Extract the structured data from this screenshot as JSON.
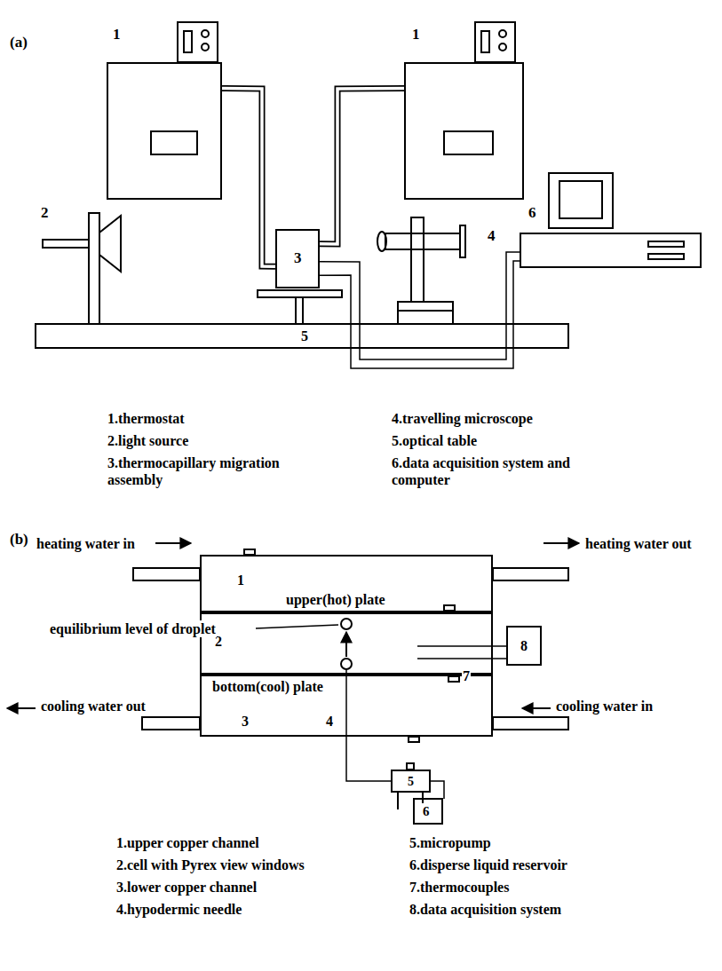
{
  "diagram": {
    "nodes": [
      {
        "text": [
          "1"
        ]
      },
      {
        "text": [
          "1"
        ]
      },
      {
        "text": [
          "3"
        ]
      },
      {
        "text": [
          "6"
        ]
      },
      {
        "text": [
          "1",
          "upper(hot) plate"
        ]
      },
      {
        "text": [
          "2"
        ]
      },
      {
        "text": [
          "bottom(cool) plate",
          "3",
          "4"
        ]
      },
      {
        "text": [
          "8"
        ]
      },
      {
        "text": [
          "5"
        ]
      }
    ],
    "edges": [
      {
        "from": 0,
        "to": 2,
        "arrow": "none"
      },
      {
        "from": 1,
        "to": 2,
        "arrow": "none"
      },
      {
        "from": 2,
        "to": 3,
        "arrow": "none"
      },
      {
        "from": 2,
        "to": 3,
        "arrow": "none"
      },
      {
        "from": 5,
        "to": 7,
        "arrow": "none"
      },
      {
        "from": 5,
        "to": 7,
        "arrow": "none"
      },
      {
        "from": 6,
        "to": 8,
        "arrow": "none"
      }
    ],
    "labels": [
      "(a)",
      "2",
      "4",
      "5",
      "1.thermostat",
      "2.light source",
      "3.thermocapillary migration assembly",
      "4.travelling microscope",
      "5.optical table",
      "6.data acquisition system and computer",
      "(b)",
      "heating water in",
      "heating water out",
      "equilibrium level of droplet",
      "cooling water out",
      "cooling water in",
      "7",
      "6",
      "1.upper copper channel",
      "2.cell with Pyrex view windows",
      "3.lower copper channel",
      "4.hypodermic needle",
      "5.micropump",
      "6.disperse liquid reservoir",
      "7.thermocouples",
      "8.data acquisition system"
    ]
  }
}
